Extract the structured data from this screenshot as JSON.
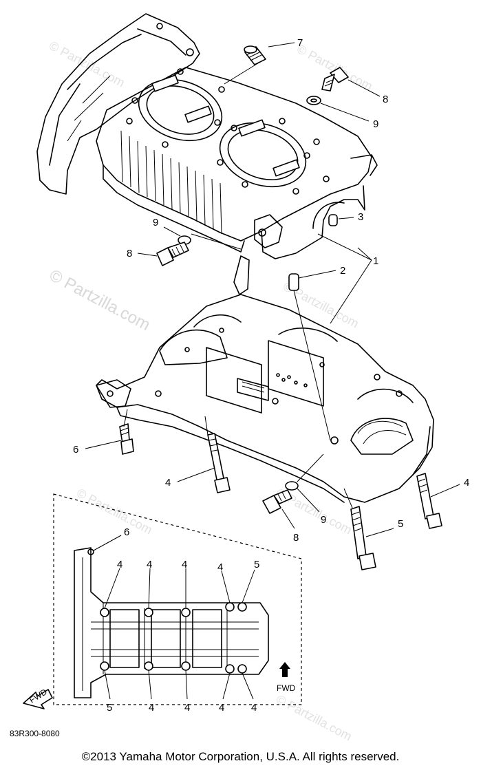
{
  "watermark": {
    "main": "© Partzilla.com",
    "repeat": "© Partzilla.com"
  },
  "callouts": {
    "c1": "1",
    "c2": "2",
    "c3": "3",
    "c4a": "4",
    "c4b": "4",
    "c4c": "4",
    "c5": "5",
    "c6": "6",
    "c7": "7",
    "c8a": "8",
    "c8b": "8",
    "c8c": "8",
    "c9a": "9",
    "c9b": "9",
    "c9c": "9"
  },
  "inset": {
    "top_labels": [
      "6",
      "4",
      "4",
      "4",
      "4",
      "5"
    ],
    "bottom_labels": [
      "5",
      "4",
      "4",
      "4",
      "4"
    ],
    "fwd_label": "FWD",
    "arrow_label": "FWD"
  },
  "drawing_code": "83R300-8080",
  "copyright": "©2013  Yamaha Motor Corporation, U.S.A. All rights reserved."
}
